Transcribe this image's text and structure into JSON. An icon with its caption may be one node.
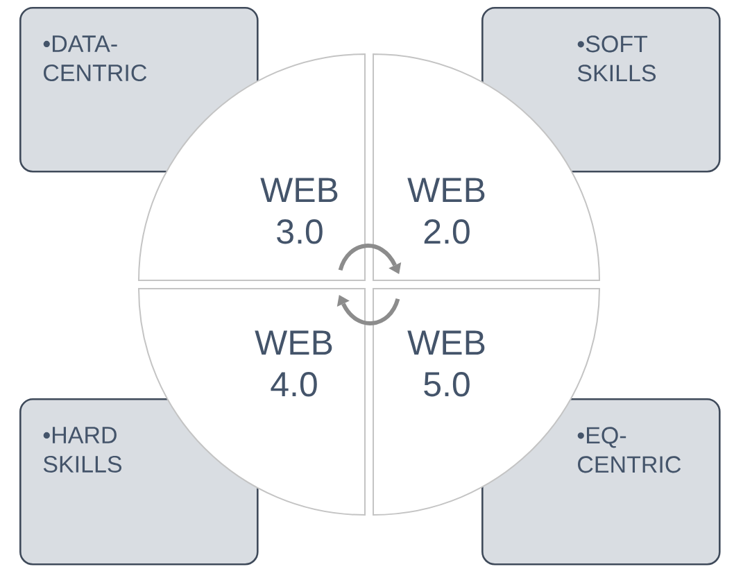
{
  "diagram": {
    "nodes": [
      {
        "text": [
          "•DATA-CENTRIC"
        ]
      },
      {
        "text": [
          "•SOFT SKILLS"
        ]
      },
      {
        "text": [
          "WEB 3.0"
        ]
      },
      {
        "text": [
          "WEB 2.0"
        ]
      },
      {
        "text": [
          "WEB 4.0"
        ]
      },
      {
        "text": [
          "WEB 5.0"
        ]
      },
      {
        "text": [
          "•HARD SKILLS"
        ]
      },
      {
        "text": [
          "•EQ-CENTRIC"
        ]
      }
    ],
    "edges": [
      {
        "from": 2,
        "to": 3,
        "arrow": "to"
      },
      {
        "from": 5,
        "to": 4,
        "arrow": "to"
      }
    ]
  }
}
